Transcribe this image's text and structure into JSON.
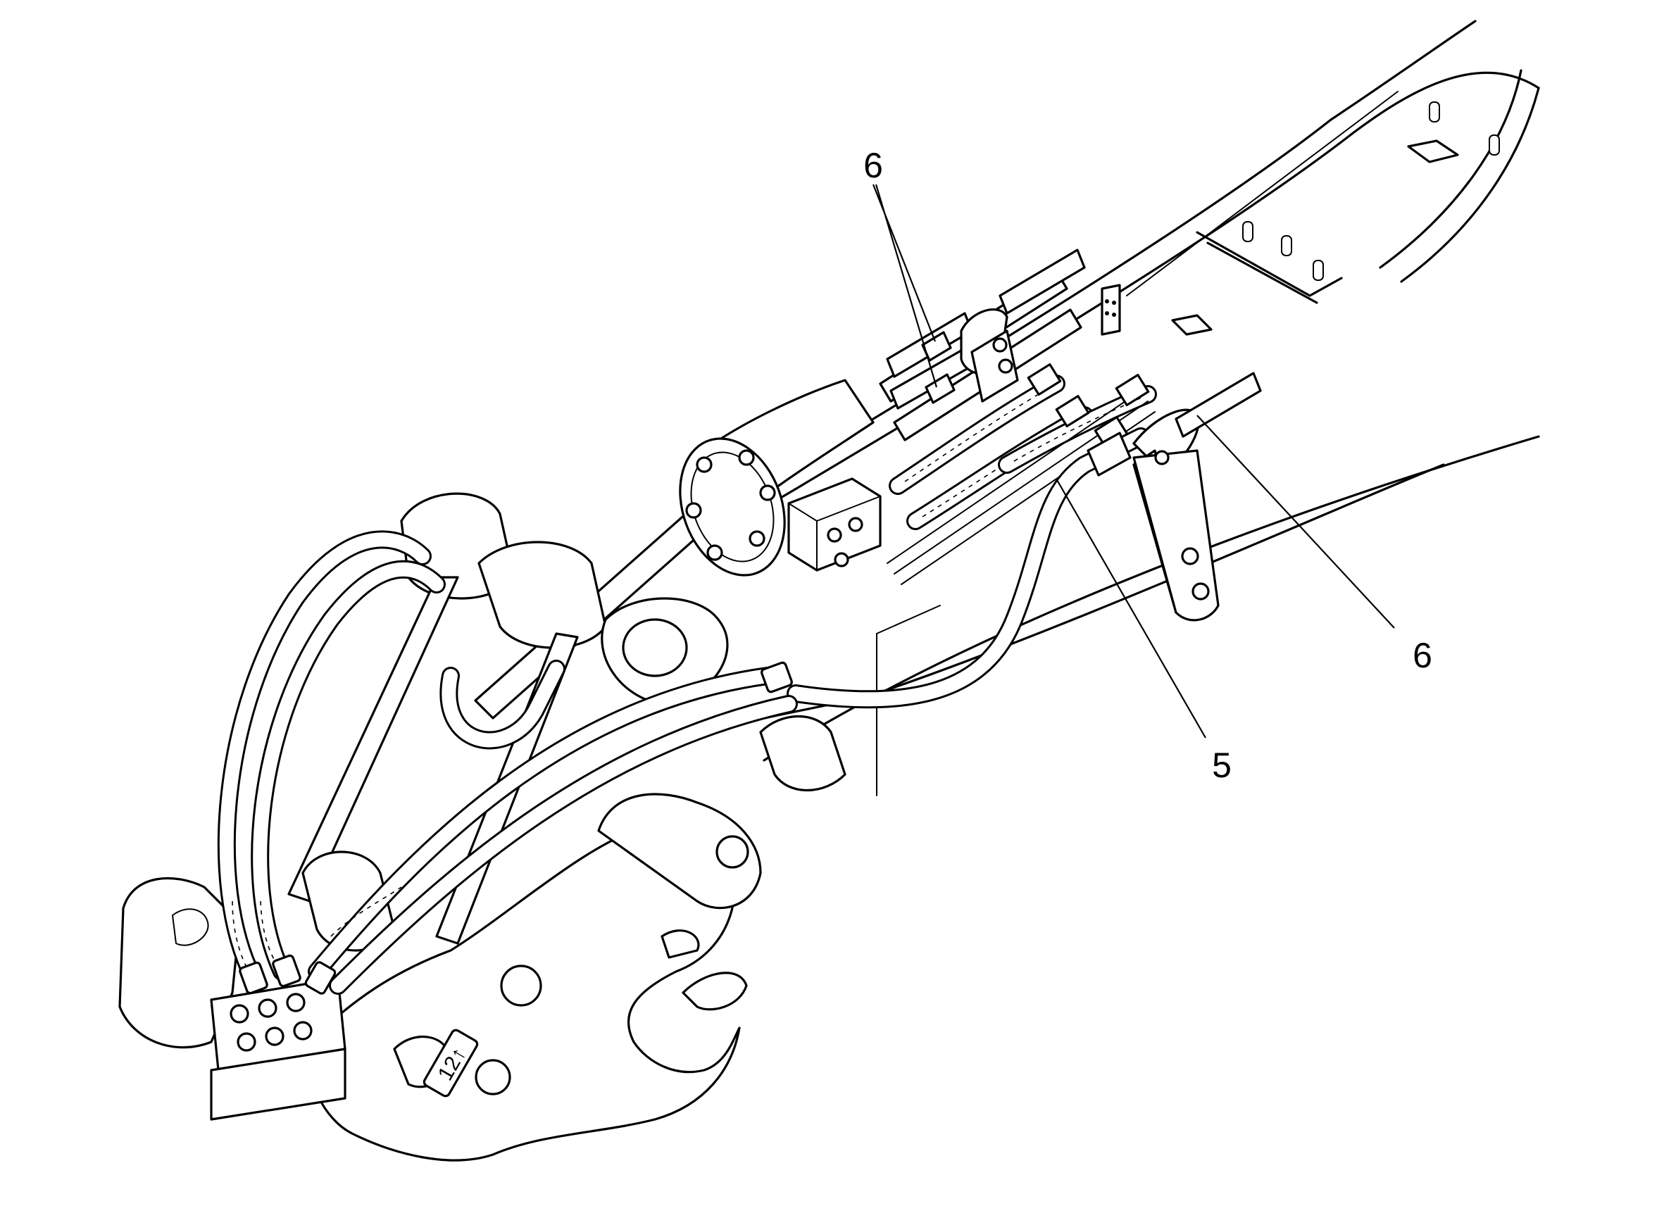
{
  "figure": {
    "callouts": [
      {
        "id": "callout-6-top",
        "label": "6"
      },
      {
        "id": "callout-6-right",
        "label": "6"
      },
      {
        "id": "callout-5",
        "label": "5"
      }
    ],
    "plate_marking": "12↑"
  }
}
